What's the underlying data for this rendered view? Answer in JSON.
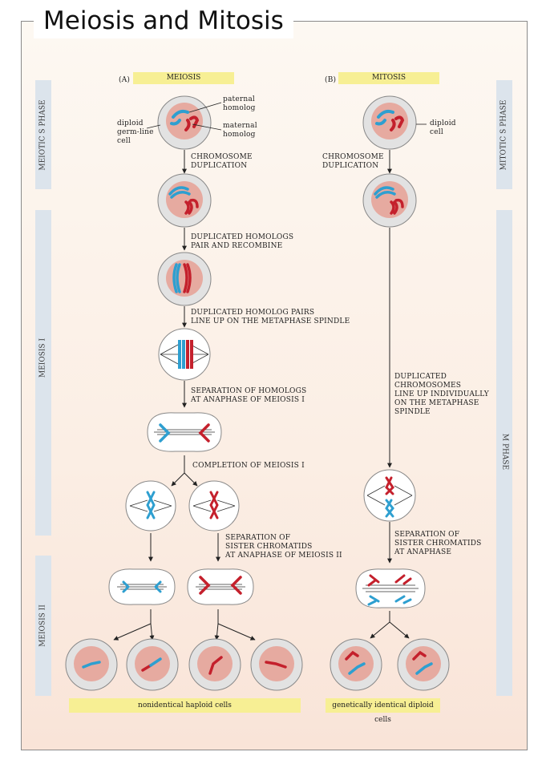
{
  "title": "Meiosis and Mitosis",
  "sections": {
    "a_letter": "(A)",
    "a_title": "MEIOSIS",
    "b_letter": "(B)",
    "b_title": "MITOSIS"
  },
  "phases": {
    "left_meiotic_s": "MEIOTIC S PHASE",
    "left_meiosis_1": "MEIOSIS I",
    "left_meiosis_2": "MEIOSIS II",
    "right_mitotic_s": "MITOTIC S PHASE",
    "right_m": "M PHASE"
  },
  "labels": {
    "paternal": [
      "paternal",
      "homolog"
    ],
    "maternal": [
      "maternal",
      "homolog"
    ],
    "diploid_germ": [
      "diploid",
      "germ-line",
      "cell"
    ],
    "diploid_cell": [
      "diploid",
      "cell"
    ],
    "dup_a": [
      "CHROMOSOME",
      "DUPLICATION"
    ],
    "dup_b": [
      "CHROMOSOME",
      "DUPLICATION"
    ],
    "pair": [
      "DUPLICATED HOMOLOGS",
      "PAIR AND RECOMBINE"
    ],
    "lineup": [
      "DUPLICATED HOMOLOG PAIRS",
      "LINE UP ON THE METAPHASE SPINDLE"
    ],
    "sep_homologs": [
      "SEPARATION OF HOMOLOGS",
      "AT ANAPHASE OF MEIOSIS I"
    ],
    "completion": [
      "COMPLETION OF MEIOSIS I"
    ],
    "sep_sister_2": [
      "SEPARATION OF",
      "SISTER CHROMATIDS",
      "AT ANAPHASE OF MEIOSIS II"
    ],
    "mito_lineup": [
      "DUPLICATED",
      "CHROMOSOMES",
      "LINE UP INDIVIDUALLY",
      "ON THE METAPHASE",
      "SPINDLE"
    ],
    "mito_sep": [
      "SEPARATION OF",
      "SISTER CHROMATIDS",
      "AT ANAPHASE"
    ]
  },
  "results": {
    "haploid": "nonidentical haploid cells",
    "diploid": "genetically identical diploid cells"
  },
  "colors": {
    "paternal": "#2e9fd0",
    "maternal": "#c4202c",
    "banner": "#f7ef94",
    "phasebar": "#dce4ec",
    "cell_fill": "#e2e2e2",
    "nucleus_fill": "#e6aaa0"
  }
}
